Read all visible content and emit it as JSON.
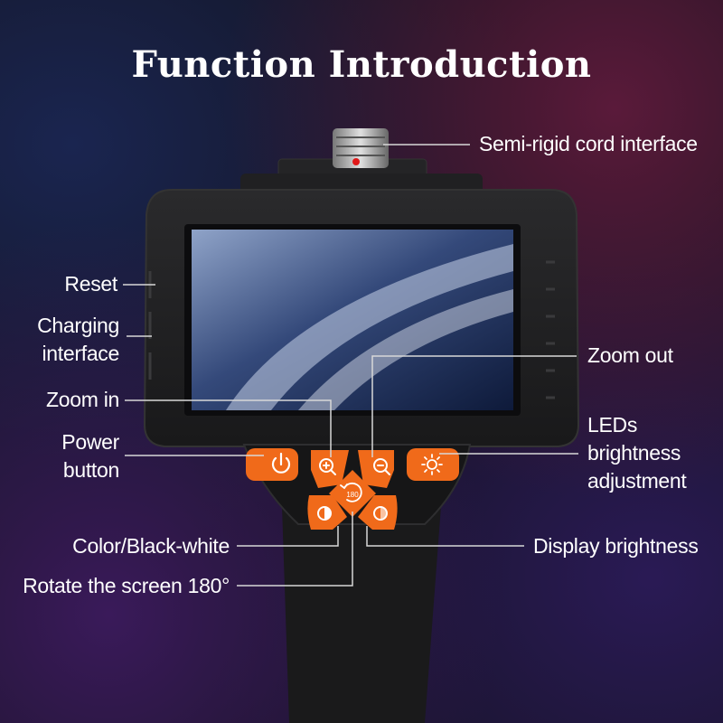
{
  "title": "Function Introduction",
  "colors": {
    "button_orange": "#f06a1a",
    "device_body": "#1b1b1c",
    "label_text": "#ffffff",
    "leader_line": "#d8d8d8"
  },
  "labels": {
    "cord_interface": "Semi-rigid cord interface",
    "reset": "Reset",
    "charging_line1": "Charging",
    "charging_line2": "interface",
    "zoom_in": "Zoom in",
    "zoom_out": "Zoom out",
    "power_line1": "Power",
    "power_line2": "button",
    "leds_line1": "LEDs",
    "leds_line2": "brightness",
    "leds_line3": "adjustment",
    "color_bw": "Color/Black-white",
    "display_brightness": "Display brightness",
    "rotate": "Rotate the screen 180°"
  },
  "buttons": {
    "rotate_glyph": "180"
  },
  "icons": {
    "power": "power-icon",
    "zoom_in": "zoom-in-icon",
    "zoom_out": "zoom-out-icon",
    "leds": "sun-icon",
    "rotate": "rotate-icon",
    "color": "contrast-icon",
    "display_brightness": "brightness-icon"
  }
}
